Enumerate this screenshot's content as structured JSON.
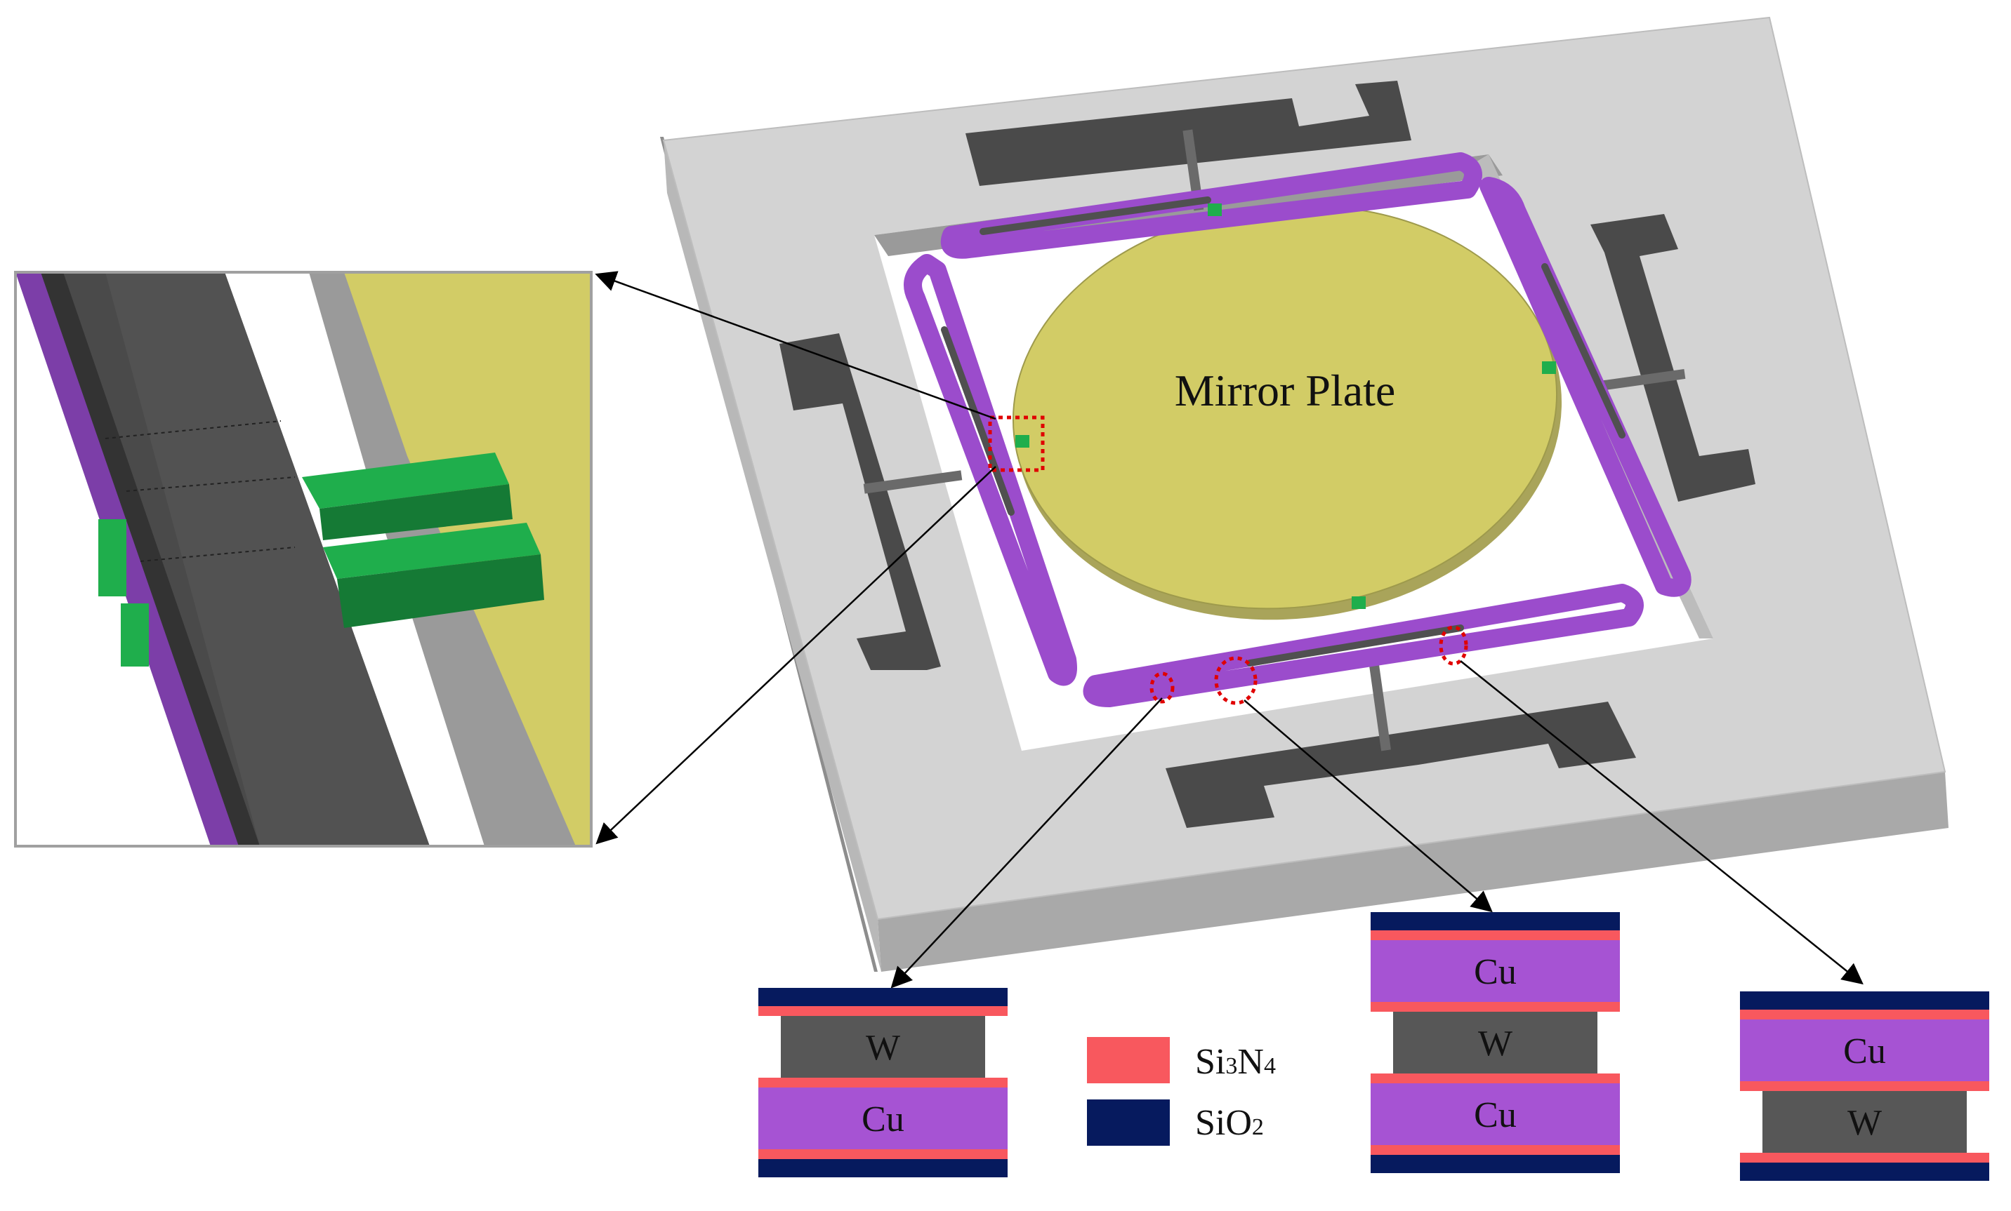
{
  "main_label": "Mirror Plate",
  "legend": {
    "items": [
      {
        "label_main": "Si",
        "label_sub": "3",
        "label_main2": "N",
        "label_sub2": "4",
        "color": "#f8585e"
      },
      {
        "label_main": "SiO",
        "label_sub": "2",
        "label_main2": "",
        "label_sub2": "",
        "color": "#061a5e"
      }
    ]
  },
  "cross_sections": [
    {
      "layers": [
        "W",
        "Cu"
      ]
    },
    {
      "layers": [
        "Cu",
        "W",
        "Cu"
      ]
    },
    {
      "layers": [
        "Cu",
        "W"
      ]
    }
  ],
  "colors": {
    "frame_top": "#d3d3d3",
    "frame_side": "#a9a9a9",
    "pad": "#4a4a4a",
    "mirror": "#d2cc66",
    "actuator_cu": "#9b4ccc",
    "actuator_w": "#505050",
    "hinge": "#1fae4c",
    "si3n4": "#f8585e",
    "sio2": "#061a5e",
    "cu": "#a653d3",
    "w": "#575757"
  }
}
